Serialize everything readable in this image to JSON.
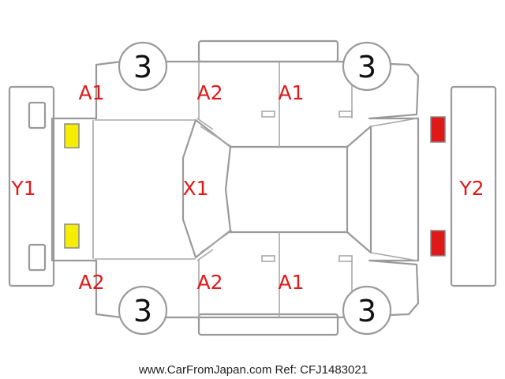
{
  "colors": {
    "outline": "#9a9a9a",
    "code_text": "#e01818",
    "front_lamp_marker": "#f5ee00",
    "rear_lamp_marker": "#e01818"
  },
  "damage_codes": {
    "left_bumper": "Y1",
    "right_bumper": "Y2",
    "hood": "X1",
    "upper_front_fender": "A1",
    "upper_front_door": "A2",
    "upper_rear_door": "A1",
    "lower_front_fender": "A2",
    "lower_front_door": "A2",
    "lower_rear_door": "A1"
  },
  "tires": {
    "top_left": "3",
    "top_right": "3",
    "bottom_left": "3",
    "bottom_right": "3"
  },
  "footer": "www.CarFromJapan.com Ref: CFJ1483021"
}
